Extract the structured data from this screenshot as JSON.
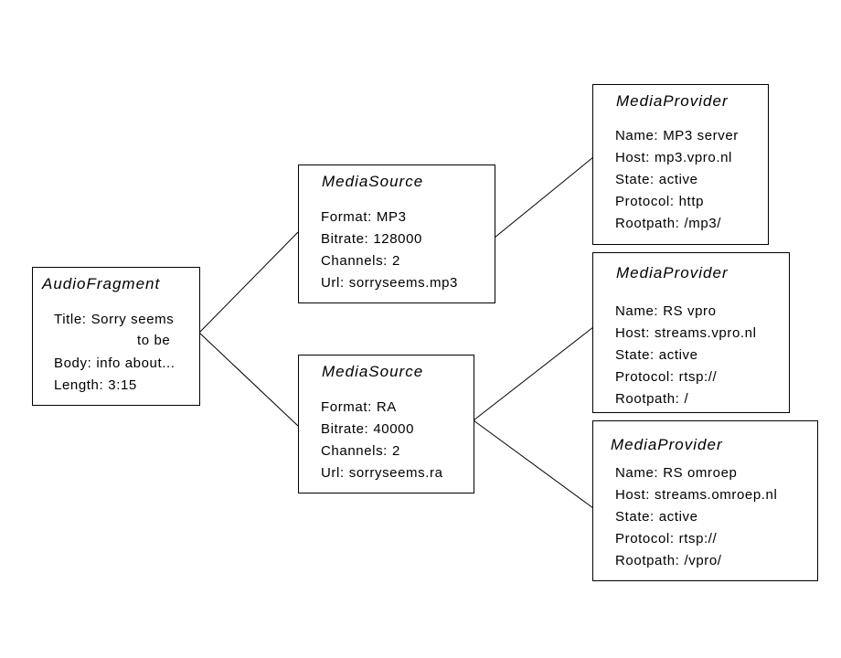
{
  "audio_fragment": {
    "title": "AudioFragment",
    "fields": [
      {
        "key": "Title:",
        "value": "Sorry seems"
      },
      {
        "key": "",
        "value": "to be"
      },
      {
        "key": "Body:",
        "value": "info about..."
      },
      {
        "key": "Length:",
        "value": "3:15"
      }
    ]
  },
  "media_sources": [
    {
      "title": "MediaSource",
      "fields": [
        {
          "key": "Format:",
          "value": "MP3"
        },
        {
          "key": "Bitrate:",
          "value": "128000"
        },
        {
          "key": "Channels:",
          "value": "2"
        },
        {
          "key": "Url:",
          "value": "sorryseems.mp3"
        }
      ]
    },
    {
      "title": "MediaSource",
      "fields": [
        {
          "key": "Format:",
          "value": "RA"
        },
        {
          "key": "Bitrate:",
          "value": "40000"
        },
        {
          "key": "Channels:",
          "value": "2"
        },
        {
          "key": "Url:",
          "value": "sorryseems.ra"
        }
      ]
    }
  ],
  "media_providers": [
    {
      "title": "MediaProvider",
      "fields": [
        {
          "key": "Name:",
          "value": "MP3 server"
        },
        {
          "key": "Host:",
          "value": "mp3.vpro.nl"
        },
        {
          "key": "State:",
          "value": "active"
        },
        {
          "key": "Protocol:",
          "value": "http"
        },
        {
          "key": "Rootpath:",
          "value": "/mp3/"
        }
      ]
    },
    {
      "title": "MediaProvider",
      "fields": [
        {
          "key": "Name:",
          "value": "RS vpro"
        },
        {
          "key": "Host:",
          "value": "streams.vpro.nl"
        },
        {
          "key": "State:",
          "value": "active"
        },
        {
          "key": "Protocol:",
          "value": "rtsp://"
        },
        {
          "key": "Rootpath:",
          "value": "/"
        }
      ]
    },
    {
      "title": "MediaProvider",
      "fields": [
        {
          "key": "Name:",
          "value": "RS omroep"
        },
        {
          "key": "Host:",
          "value": "streams.omroep.nl"
        },
        {
          "key": "State:",
          "value": "active"
        },
        {
          "key": "Protocol:",
          "value": "rtsp://"
        },
        {
          "key": "Rootpath:",
          "value": "/vpro/"
        }
      ]
    }
  ]
}
